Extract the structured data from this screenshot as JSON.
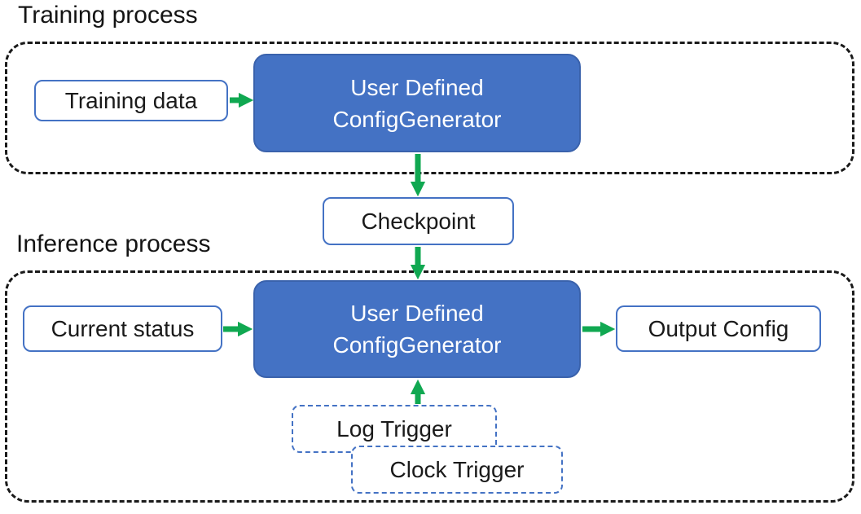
{
  "diagram": {
    "training": {
      "label": "Training process",
      "input_box": "Training data",
      "generator_line1": "User Defined",
      "generator_line2": "ConfigGenerator"
    },
    "checkpoint_box": "Checkpoint",
    "inference": {
      "label": "Inference process",
      "input_box": "Current status",
      "generator_line1": "User Defined",
      "generator_line2": "ConfigGenerator",
      "output_box": "Output Config",
      "triggers": [
        "Log Trigger",
        "Clock Trigger"
      ]
    },
    "colors": {
      "node_fill_blue": "#4472C4",
      "node_border_blue": "#4472C4",
      "blue_box_border": "#3A62AC",
      "arrow_green": "#10A851",
      "container_dash_black": "#1A1A1A",
      "text_dark": "#1A1A1A",
      "text_light": "#FFFFFF"
    }
  }
}
